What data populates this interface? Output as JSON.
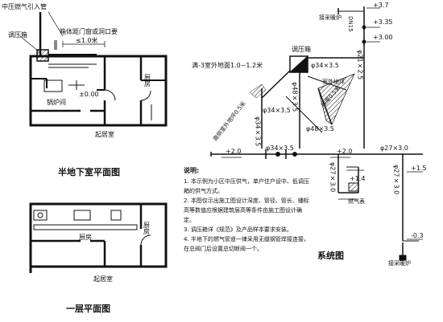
{
  "basement_plan": {
    "title": "半地下室平面图",
    "gas_inlet_label": "中压燃气引入管",
    "regulator_box_label": "调压箱",
    "distance_note": "箱体距门窗或洞口要",
    "distance_value": "≤1.0米",
    "elevation": "±0.00",
    "boiler_room": "锅炉间",
    "kitchen": "厨房",
    "living_room": "起居室"
  },
  "first_floor_plan": {
    "title": "一层平面图",
    "kitchen": "厨房",
    "living_room": "起居室"
  },
  "system_diagram": {
    "title": "系统图",
    "labels": {
      "elev_3_7": "+3.7",
      "elev_3_35": "+3.35",
      "elev_3_00": "+3.00",
      "elev_2_0_left": "+2.0",
      "elev_2_0_mid": "+2.0",
      "elev_1_4": "+1.4",
      "elev_1_5": "+1.5",
      "elev_m0_3": "-0.3",
      "vent_pipe": "接采暖炉",
      "dn15": "DN15",
      "regulator": "调压箱",
      "outdoor_ground": "满-3室外地面1.0~1.2米",
      "pipe_34_top": "φ34×3.5",
      "pipe_21": "φ21×2.5",
      "outdoor_ground_right": "室外地坪",
      "slope_note": "坡度0.5米",
      "pipe_48_v": "φ48×3.5",
      "pipe_34_left": "φ34×3.5",
      "south_outdoor": "南侧室外地坪0.5米",
      "pipe_34_v": "φ34×3.5",
      "pipe_48_h": "φ48×3.5",
      "pipe_34_bottom": "φ34×3.5",
      "pipe_27_top": "φ27×3.0",
      "pipe_27_v1": "φ27×3.0",
      "pipe_27_v2": "φ27×3.0",
      "gas_meter": "燃气表",
      "boiler_conn": "接采暖炉"
    }
  },
  "notes": {
    "heading": "说明:",
    "items": [
      "1. 本示例为小区中压供气，单户住户设中、低调压箱的供气方式。",
      "2. 本图仅示出施工图设计深度、管径、管长、辅标高等数值应根据建筑层高等条件由施工图设计确定。",
      "3. 调压箱详《规范》及产品样本要求安装。",
      "4. 半地下的燃气管道一律采用无缝钢管焊接连接，在总阀门后设置总切断阀一个。"
    ]
  }
}
